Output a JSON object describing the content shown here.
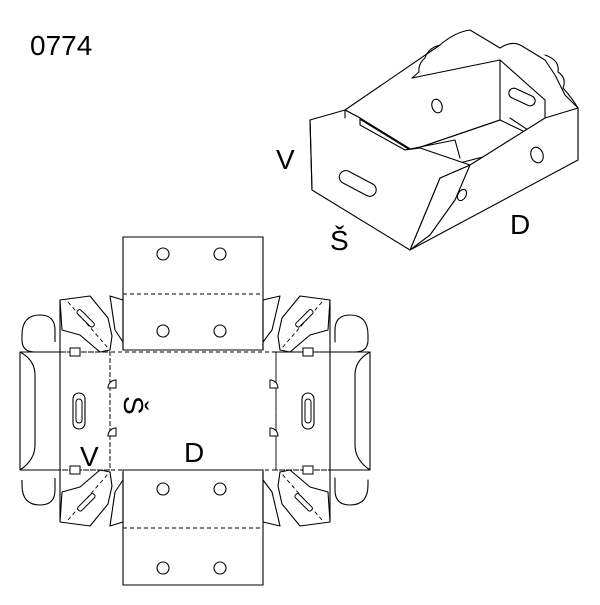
{
  "title": "0774",
  "box_labels": {
    "side": "V",
    "end": "Š",
    "bottom": "D"
  },
  "flat_labels": {
    "side": "V",
    "end": "Š",
    "bottom": "D"
  },
  "colors": {
    "line": "#000000",
    "background": "#ffffff"
  }
}
